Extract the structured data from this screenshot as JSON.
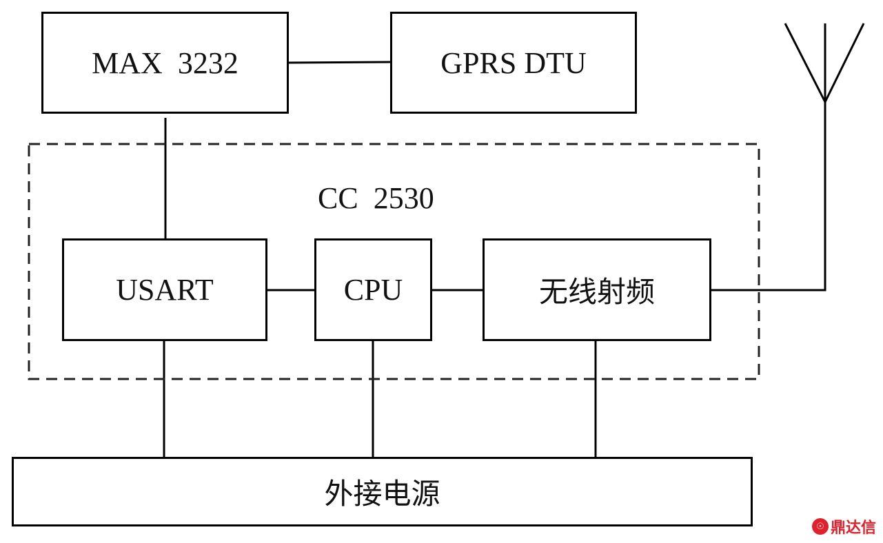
{
  "diagram": {
    "blocks": {
      "max3232": "MAX  3232",
      "gprs_dtu": "GPRS DTU",
      "usart": "USART",
      "cpu": "CPU",
      "rf": "无线射频",
      "power": "外接电源"
    },
    "group_label": "CC  2530",
    "connections": [
      [
        "max3232",
        "gprs_dtu"
      ],
      [
        "max3232",
        "usart"
      ],
      [
        "usart",
        "cpu"
      ],
      [
        "cpu",
        "rf"
      ],
      [
        "rf",
        "antenna"
      ],
      [
        "usart",
        "power"
      ],
      [
        "cpu",
        "power"
      ],
      [
        "rf",
        "power"
      ]
    ]
  },
  "watermark": {
    "text": "鼎达信",
    "color": "#e0202a"
  }
}
